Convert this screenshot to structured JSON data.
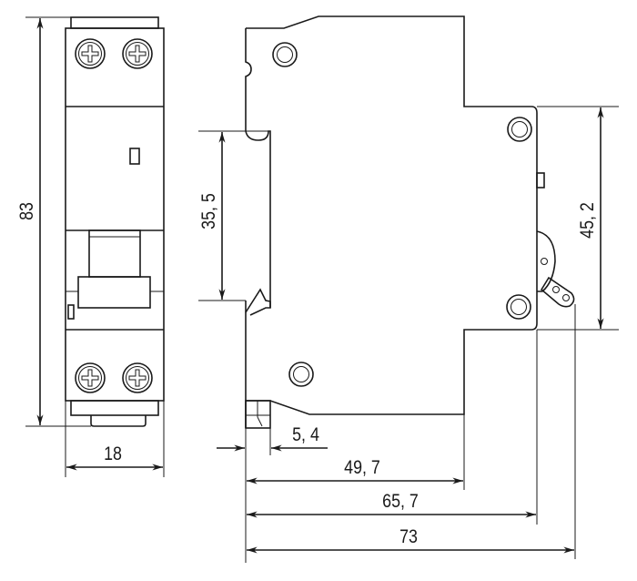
{
  "title": "Circuit breaker dimensional drawing",
  "colors": {
    "line": "#1a1a1a",
    "background": "#ffffff"
  },
  "dimensions": {
    "height": "83",
    "width": "18",
    "din_rail": "35, 5",
    "front_height": "45, 2",
    "rail_offset": "5, 4",
    "depth_front": "49, 7",
    "depth_handle": "65, 7",
    "depth_total": "73"
  }
}
